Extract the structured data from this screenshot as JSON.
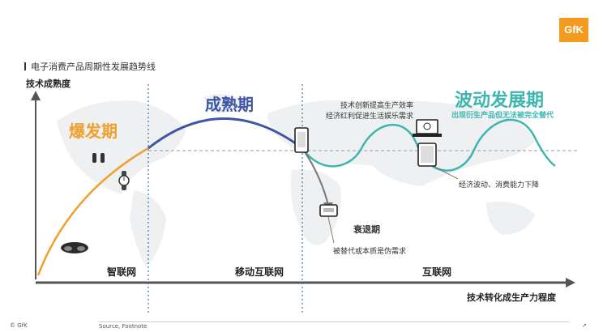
{
  "brand": {
    "logo": "GfK"
  },
  "title": "电子消费产品周期性发展趋势线",
  "axes": {
    "y_label": "技术成熟度",
    "x_label": "技术转化成生产力程度"
  },
  "phases": {
    "boom": "爆发期",
    "mature": "成熟期",
    "fluctuation": "波动发展期",
    "fluctuation_sub": "出现衍生产品但无法被完全替代",
    "decline": "衰退期"
  },
  "notes": {
    "tech_line1": "技术创新提高生产效率",
    "tech_line2": "经济红利促进生活娱乐需求",
    "econ": "经济波动、消费能力下降",
    "replace": "被替代或本质是伪需求"
  },
  "eras": {
    "smart": "智联网",
    "mobile": "移动互联网",
    "internet": "互联网"
  },
  "footer": {
    "copyright": "© GfK",
    "source": "Source, Footnote",
    "page": "↗"
  },
  "colors": {
    "boom": "#f0a030",
    "mature": "#3d56a6",
    "fluctuation": "#3fb5b0",
    "logo": "#f39a1f",
    "axis": "#555555",
    "divider": "#3a6ea5"
  },
  "icons": [
    "earbuds-icon",
    "smartwatch-icon",
    "vr-headset-icon",
    "smartphone-icon",
    "laptop-icon",
    "tablet-icon",
    "pager-icon"
  ]
}
